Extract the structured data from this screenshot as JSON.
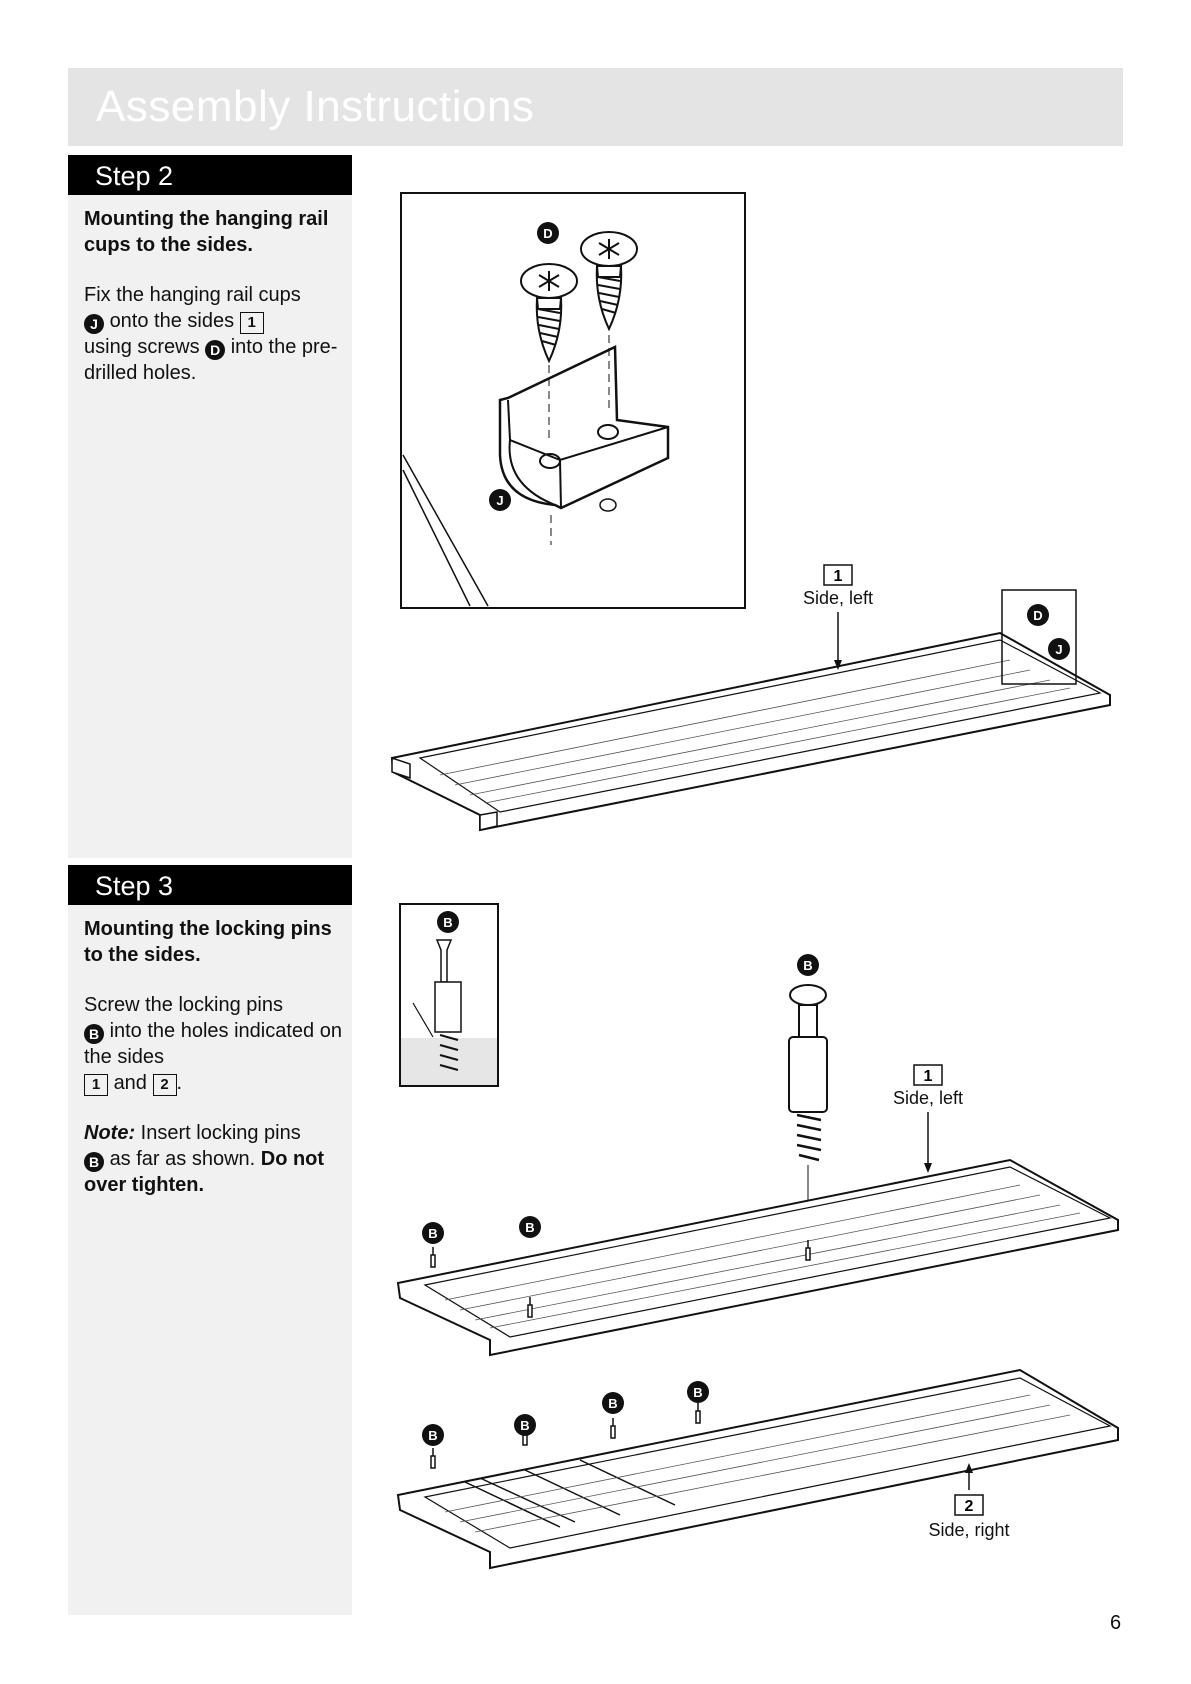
{
  "header": {
    "title": "Assembly Instructions"
  },
  "steps": [
    {
      "title": "Step 2",
      "heading": "Mounting the hanging rail cups to the sides.",
      "body": [
        "Fix the hanging rail cups",
        "onto the sides",
        "using screws",
        "into the pre-drilled holes."
      ],
      "refs": {
        "cup": "J",
        "side": "1",
        "screw": "D"
      }
    },
    {
      "title": "Step 3",
      "heading": "Mounting the locking pins to the sides.",
      "body": [
        "Screw the locking pins",
        "into the holes indicated on the sides",
        "and",
        "."
      ],
      "refs": {
        "pin": "B",
        "side_a": "1",
        "side_b": "2"
      },
      "note": {
        "label": "Note:",
        "text_1": "Insert locking pins",
        "text_2": "as far as shown.",
        "emphasis": "Do not over tighten."
      }
    }
  ],
  "diagram": {
    "step2": {
      "side_num": "1",
      "side_label": "Side, left",
      "callout_d": "D",
      "callout_j": "J"
    },
    "step3": {
      "side_left_num": "1",
      "side_left_label": "Side, left",
      "side_right_num": "2",
      "side_right_label": "Side, right",
      "pin": "B"
    }
  },
  "page_number": "6"
}
